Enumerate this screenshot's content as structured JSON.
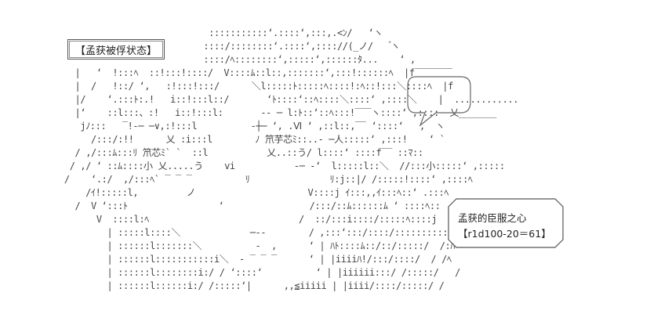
{
  "status_label": "【孟获被俘状态】",
  "result": {
    "line1": "孟获的臣服之心",
    "line2": "【r1d100-20＝61】"
  },
  "art_lines": [
    "                                       :::::::::::‘.::::‘,:::,.<ﾝ/   ‘ヽ",
    "                                      ::::/::::::::‘.::::‘,:::://(_ノ/    ゙ヽ",
    "                                      ::::/ﾍ::::::::‘,:::::‘,::::::ﾀ...    ‘ ,",
    "              |   ‘  !:::ﾍ  ::!:::!::::/  V::::ﾑ::l::,:::::::‘,:::!::::::ﾍ  |f‾‾‾‾‾‾‾",
    "              |  /   !::/ ‘,   :!:::!:::/      ＼l:::::ﾄ:::::ﾍ::::!:ﾍ::!:::＼::::ﾍ  |f",
    "              |/    ‘.:::ﾄ:.!   i::!:::l::/       ‘ﾄ::::‘::ﾍ::::＼::::‘ ,::::＼    |  ............",
    "              |‘    ::l:::、:!   i::!:::l:       -- ─ l:ﾄ::‘::ﾍ:::!‾‾‾ヽ::::‘ ,::::  乂_______",
    "               jﾉ:::   ‾!-─ ─∨,:!:::l          ‐┼─ ‘, .Ⅵ ‘ ,::l::,‾‾ ‘::::‘   ,  ヽ",
    "                 /:::/:!!      乂 :i:::l        ﾉ 笊芋芯ﾐ::..‐ ─人:::::‘ ,:::!    ‘ `",
    "              / ,/:::ﾑ:::ﾘ 笊芯ﾐ` `  ::l           乂..::う/ l::::‘ ::::f‾‾ ::ﾏ::",
    "             / ,/ ‘ ::ﾑ::::小 乂.....う    vi           ‐─ ‐‘  l:::::l::＼  //:::小:::::‘ ,:::::",
    "            /    ‘.:/  ,/:::ﾍ` ‾ ‾ ‾          ﾘ               ﾘ:j::|/ /:::::!::::‘ ,::::ﾍ",
    "                /ｲ!:::::l,         ノ                     V::::j ｲ:::,,ｲ:::ﾍ::‘ .:::ﾍ",
    "              /  V ‘:::ﾄ                 ‘                /:::/::ﾑ::::::ﾑ ‘ ::::ﾍ::",
    "                  V  ::::l:ﾍ                            /  ::/:::i::::/:::::ﾍ::::j",
    "                    | :::::l::::＼             ─‐‐        / ,:::‘:::/::::/::::::::::/ﾍ",
    "                    | ::::::l:::::::＼          ‐  ,      ‘ | ﾊﾄ::::ﾑ::/::/:::::/  /:ﾊ",
    "                    | ::::::l:::::::::::i＼  ‐ ‾ ‾ ‾      ‘ | |iiiiﾊ!/:::/::::/  / /ﾍ",
    "                    | ::::::l::::::::i:/ / ‘::::‘          ‘ | |iiiiii:::/ /:::::/   /",
    "                    | ::::::l::::::i:/ /:::::‘|      ,,≦iiiii | |iiii/::::/:::::/ /"
  ]
}
